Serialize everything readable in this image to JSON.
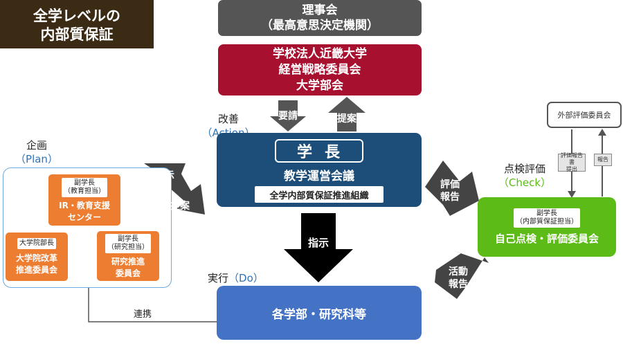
{
  "title": {
    "line1": "全学レベルの",
    "line2": "内部質保証"
  },
  "board": {
    "line1": "理事会",
    "line2": "（最高意思決定機関）"
  },
  "corporation": {
    "line1": "学校法人近畿大学",
    "line2": "経営戦略委員会",
    "line3": "大学部会"
  },
  "arrows": {
    "request": "要請",
    "proposal_up": "提案",
    "instruct_left": "指示",
    "proposal_right": "提案",
    "instruct_down": "指示",
    "eval_report": [
      "評価",
      "報告"
    ],
    "activity_report": [
      "活動",
      "報告"
    ],
    "submit_report": [
      "評価報告書",
      "提出"
    ],
    "report": "報告"
  },
  "action": {
    "jp": "改善",
    "en": "（Action）"
  },
  "plan": {
    "jp": "企画",
    "en": "（Plan）"
  },
  "check": {
    "jp": "点検評価",
    "en": "（Check）"
  },
  "do": {
    "jp": "実行",
    "en": "（Do）"
  },
  "president": {
    "label": "学長",
    "council": "教学運営会議",
    "organization": "全学内部質保証推進組織"
  },
  "plan_boxes": {
    "ir": {
      "tag1": "副学長",
      "tag2": "（教育担当）",
      "line1": "IR・教育支援",
      "line2": "センター"
    },
    "grad": {
      "tag": "大学院部長",
      "line1": "大学院改革",
      "line2": "推進委員会"
    },
    "research": {
      "tag1": "副学長",
      "tag2": "（研究担当）",
      "line1": "研究推進",
      "line2": "委員会"
    }
  },
  "self_eval": {
    "tag1": "副学長",
    "tag2": "（内部質保証担当）",
    "name": "自己点検・評価委員会"
  },
  "external": {
    "name": "外部評価委員会"
  },
  "faculties": {
    "name": "各学部・研究科等"
  },
  "link": {
    "label": "連携"
  }
}
